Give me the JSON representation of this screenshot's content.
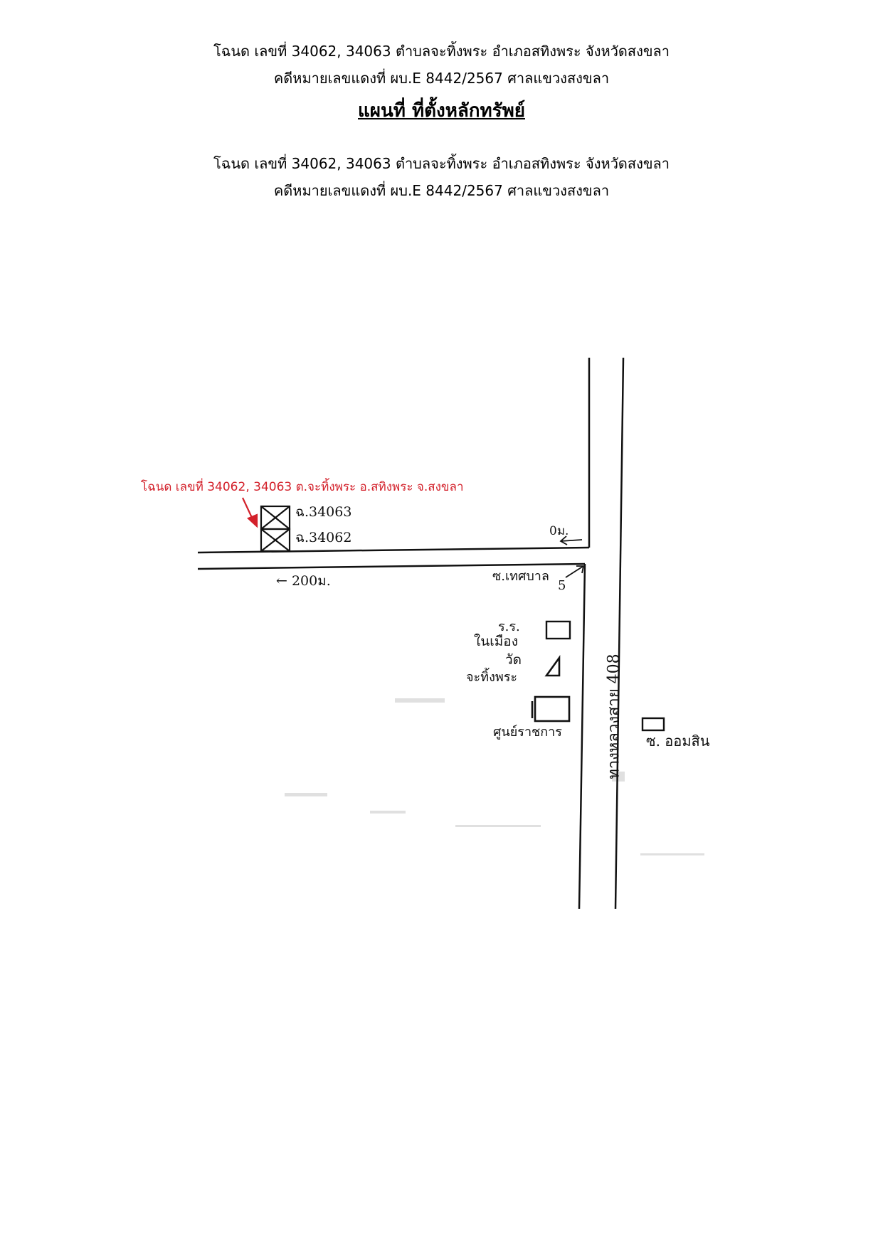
{
  "header": {
    "line1": "โฉนด เลขที่  34062, 34063  ตำบลจะทิ้งพระ อำเภอสทิงพระ จังหวัดสงขลา",
    "line2": "คดีหมายเลขแดงที่ ผบ.E 8442/2567    ศาลแขวงสงขลา",
    "title": "แผนที่ ที่ตั้งหลักทรัพย์",
    "line3": "โฉนด เลขที่  34062, 34063  ตำบลจะทิ้งพระ อำเภอสทิงพระ จังหวัดสงขลา",
    "line4": "คดีหมายเลขแดงที่ ผบ.E 8442/2567    ศาลแขวงสงขลา"
  },
  "map": {
    "property_label": "โฉนด เลขที่  34062, 34063  ต.จะทิ้งพระ อ.สทิงพระ จ.สงขลา",
    "plot_upper": "ฉ.34063",
    "plot_lower": "ฉ.34062",
    "dist_road": "← 200ม.",
    "dist_junction": "0ม.",
    "soi_label": "ซ.เทศบาล",
    "soi_number": "5",
    "school_line1": "ร.ร.",
    "school_line2": "ในเมือง",
    "temple_line1": "วัด",
    "temple_line2": "จะทิ้งพระ",
    "gov_center": "ศูนย์ราชการ",
    "highway": "ทางหลวงสาย 408",
    "shop": "ซ. ออมสิน",
    "colors": {
      "annotation": "#d3202a",
      "ink": "#111111"
    }
  }
}
